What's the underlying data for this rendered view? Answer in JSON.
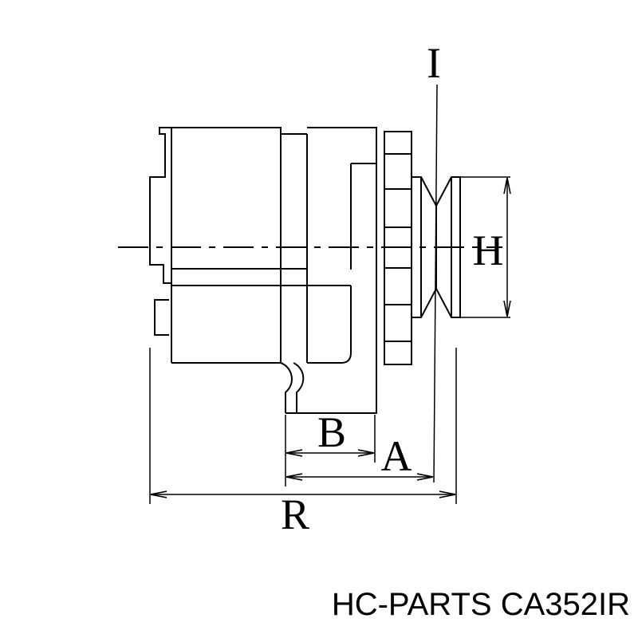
{
  "dimensions": {
    "I": "I",
    "H": "H",
    "B": "B",
    "A": "A",
    "R": "R"
  },
  "caption": "HC-PARTS CA352IR"
}
